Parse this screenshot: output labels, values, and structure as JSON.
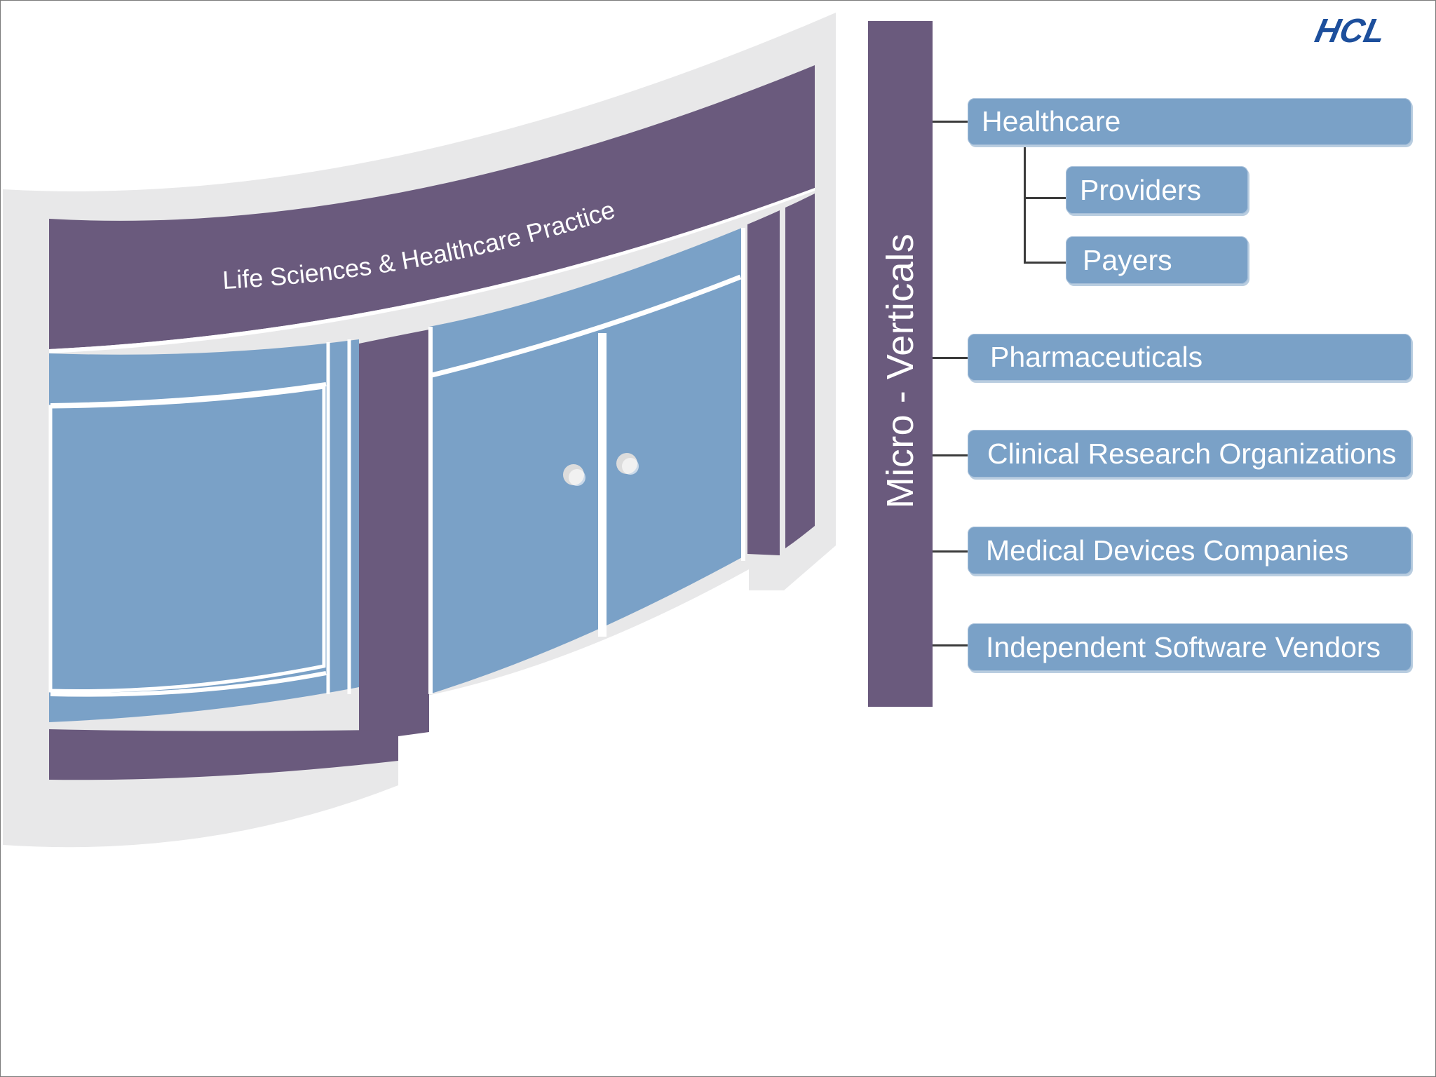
{
  "logo": {
    "text": "HCL",
    "color": "#1d4f9c"
  },
  "storefront": {
    "sign_text": "Life Sciences & Healthcare Practice"
  },
  "spine": {
    "label": "Micro - Verticals"
  },
  "verticals": [
    {
      "label": "Healthcare",
      "sub": [
        {
          "label": "Providers"
        },
        {
          "label": "Payers"
        }
      ]
    },
    {
      "label": "Pharmaceuticals"
    },
    {
      "label": "Clinical Research Organizations"
    },
    {
      "label": "Medical Devices Companies"
    },
    {
      "label": "Independent Software Vendors"
    }
  ],
  "colors": {
    "purple": "#6a5a7d",
    "blue": "#7aa1c7",
    "light_gray": "#e8e8e9",
    "line": "#3b3b3b"
  }
}
